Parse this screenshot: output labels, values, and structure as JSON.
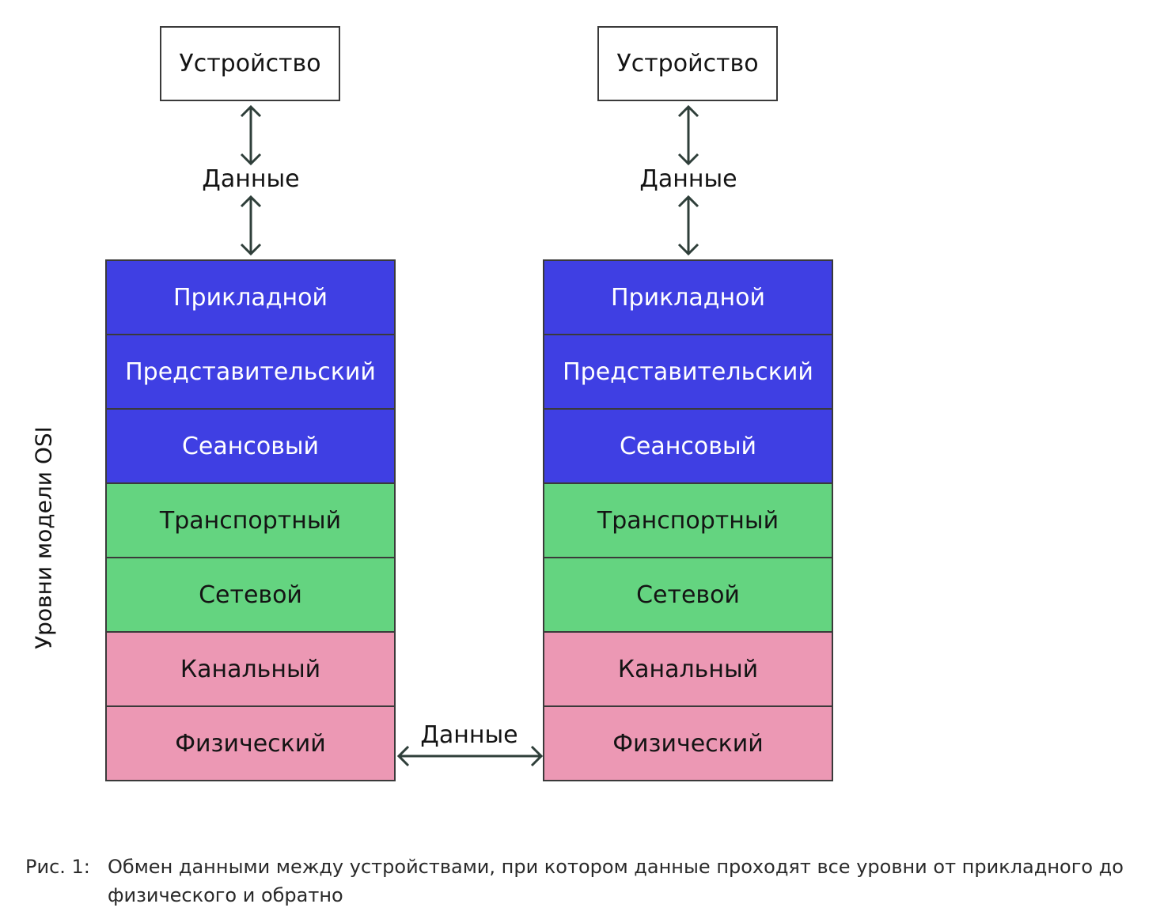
{
  "device_label": "Устройство",
  "data_label": "Данные",
  "side_label": "Уровни модели OSI",
  "layers": [
    {
      "label": "Прикладной",
      "color": "#3f3fe3"
    },
    {
      "label": "Представительский",
      "color": "#3f3fe3"
    },
    {
      "label": "Сеансовый",
      "color": "#3f3fe3"
    },
    {
      "label": "Транспортный",
      "color": "#64d480"
    },
    {
      "label": "Сетевой",
      "color": "#64d480"
    },
    {
      "label": "Канальный",
      "color": "#ec98b4"
    },
    {
      "label": "Физический",
      "color": "#ec98b4"
    }
  ],
  "caption": {
    "number": "Рис. 1:",
    "text": "Обмен данными между устройствами, при котором данные проходят все уровни от прикладного до физического и обратно"
  }
}
